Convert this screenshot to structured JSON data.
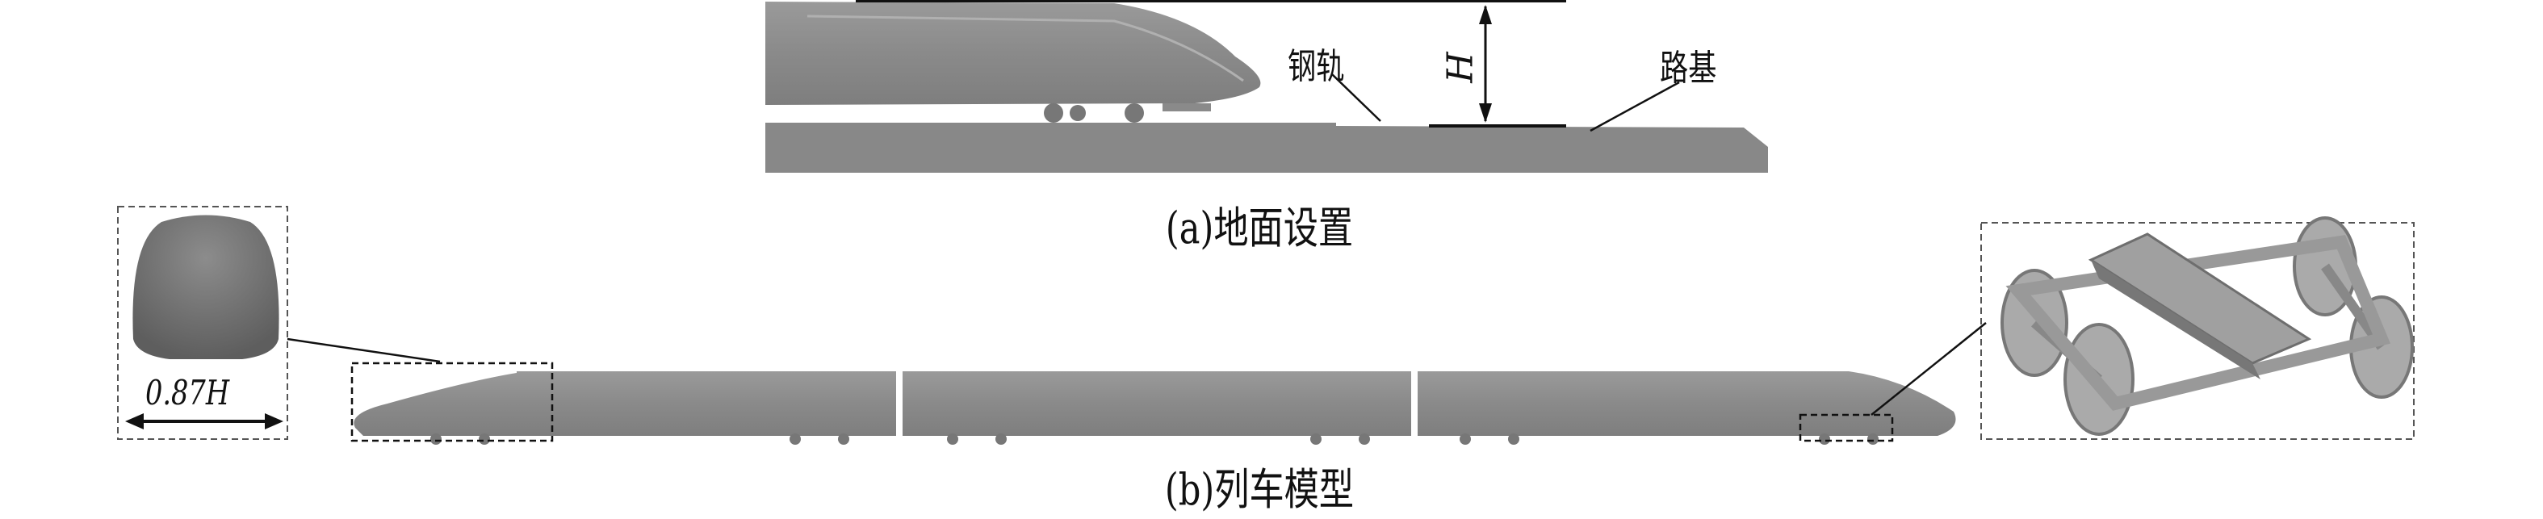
{
  "panel_a": {
    "caption": "(a)地面设置",
    "label_rail": "钢轨",
    "label_subgrade": "路基",
    "label_height": "H"
  },
  "panel_b": {
    "caption": "(b)列车模型",
    "label_width": "0.87H"
  },
  "colors": {
    "body": "#8a8a8a",
    "ground": "#888888",
    "bogie": "#a8a8a8"
  }
}
